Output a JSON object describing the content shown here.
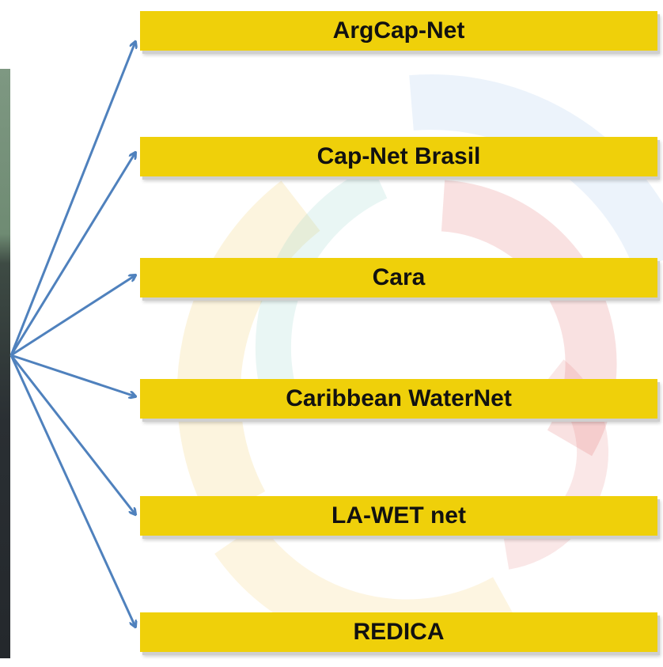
{
  "networks": [
    {
      "label": "ArgCap-Net"
    },
    {
      "label": "Cap-Net Brasil"
    },
    {
      "label": "Cara"
    },
    {
      "label": "Caribbean WaterNet"
    },
    {
      "label": "LA-WET net"
    },
    {
      "label": "REDICA"
    }
  ],
  "colors": {
    "box_fill": "#efd00a",
    "arrow": "#4f81bd",
    "text": "#111111"
  }
}
